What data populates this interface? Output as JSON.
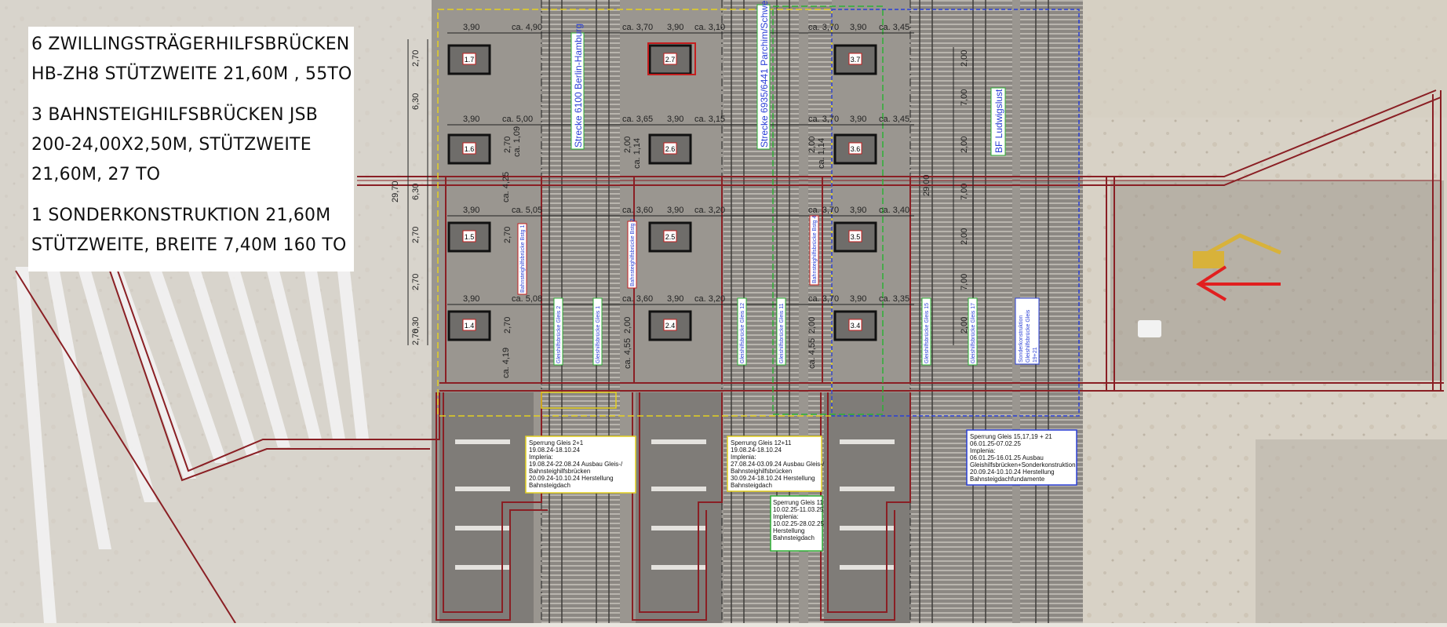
{
  "legend": {
    "block1": [
      "6 ZWILLINGSTRÄGERHILFSBRÜCKEN",
      "HB-ZH8 STÜTZWEITE 21,60M , 55TO"
    ],
    "block2": [
      "3 BAHNSTEIGHILFSBRÜCKEN JSB",
      "200-24,00X2,50M, STÜTZWEITE",
      "21,60M, 27 TO"
    ],
    "block3": [
      "1 SONDERKONSTRUKTION 21,60M",
      "STÜTZWEITE, BREITE 7,40M 160 TO"
    ]
  },
  "lines": {
    "strecke_6100": "Strecke 6100 Berlin-Hamburg",
    "strecke_6935": "Strecke 6935/6441 Parchim/Schwerin",
    "bf": "BF Ludwigslust"
  },
  "piers": {
    "col1": [
      "1.7",
      "1.6",
      "1.5",
      "1.4"
    ],
    "col2": [
      "2.7",
      "2.6",
      "2.5",
      "2.4"
    ],
    "col3": [
      "3.7",
      "3.6",
      "3.5",
      "3.4"
    ]
  },
  "dims": {
    "row_a": [
      "3,90",
      "ca. 4,90",
      "ca. 3,70",
      "3,90",
      "ca. 3,10",
      "ca. 3,70",
      "3,90",
      "ca. 3,45"
    ],
    "row_b": [
      "3,90",
      "ca. 5,00",
      "ca. 3,65",
      "3,90",
      "ca. 3,15",
      "ca. 3,70",
      "3,90",
      "ca. 3,45"
    ],
    "row_c": [
      "3,90",
      "ca. 5,05",
      "ca. 3,60",
      "3,90",
      "ca. 3,20",
      "ca. 3,70",
      "3,90",
      "ca. 3,40"
    ],
    "row_d": [
      "3,90",
      "ca. 5,08",
      "ca. 3,60",
      "3,90",
      "ca. 3,20",
      "ca. 3,70",
      "3,90",
      "ca. 3,35"
    ],
    "left_outer": "29,70",
    "left_inner": [
      "2,70",
      "6,30",
      "6,30",
      "2,70",
      "2,70",
      "6,30",
      "2,70"
    ],
    "col_mid": [
      "2,70",
      "ca. 1,09",
      "ca. 4,25",
      "2,70",
      "2,70",
      "ca. 4,19"
    ],
    "right_outer": "29,00",
    "right_inner": [
      "2,00",
      "7,00",
      "2,00",
      "7,00",
      "2,00",
      "7,00",
      "2,00"
    ],
    "mid2": [
      "2,00",
      "ca. 1,14",
      "2,00",
      "ca. 4,55"
    ],
    "mid3": [
      "2,00",
      "ca. 1,14",
      "2,00",
      "ca. 4,55"
    ]
  },
  "vertical_labels": {
    "bhb1": "Bahnsteighilfsbrücke Bstg 1",
    "bhb2": "Bahnsteighilfsbrücke Bstg 2",
    "bhb4": "Bahnsteighilfsbrücke Bstg 4",
    "g2": "Gleishilfsbrücke Gleis 2",
    "g1": "Gleishilfsbrücke Gleis 1",
    "g12": "Gleishilfsbrücke Gleis 12",
    "g11": "Gleishilfsbrücke Gleis 11",
    "g15": "Gleishilfsbrücke Gleis 15",
    "g17": "Gleishilfsbrücke Gleis 17",
    "sonder": [
      "Sonderkonstruktion",
      "Gleishilfsbrücke Gleis",
      "19+21"
    ]
  },
  "notes": {
    "n1": [
      "Sperrung Gleis 2+1",
      "19.08.24-18.10.24",
      "Impleria:",
      "19.08.24-22.08.24 Ausbau Gleis-/",
      "Bahnsteighilfsbrücken",
      "20.09.24-10.10.24 Herstellung",
      "Bahnsteigdach"
    ],
    "n2": [
      "Sperrung Gleis 12+11",
      "19.08.24-18.10.24",
      "Implenia:",
      "27.08.24-03.09.24 Ausbau Gleis-/",
      "Bahnsteighilfsbrücken",
      "30.09.24-18.10.24 Herstellung",
      "Bahnsteigdach"
    ],
    "n3": [
      "Sperrung Gleis 11",
      "10.02.25-11.03.25",
      "Implenia:",
      "10.02.25-28.02.25",
      "Herstellung",
      "Bahnsteigdach"
    ],
    "n4": [
      "Sperrung Gleis 15,17,19 + 21",
      "06.01.25-07.02.25",
      "Implenia:",
      "06.01.25-16.01.25 Ausbau",
      "Gleishilfsbrücken+Sonderkonstruktion",
      "20.09.24-10.10.24 Herstellung",
      "Bahnsteigdachfundamente"
    ]
  },
  "colors": {
    "outline": "#8a1f24",
    "ballast": "#8e8a84",
    "rail": "#4c4a48",
    "green": "#2db035",
    "blue": "#2a3fd6",
    "yellow": "#e4d020",
    "arrow": "#e11f1f"
  }
}
